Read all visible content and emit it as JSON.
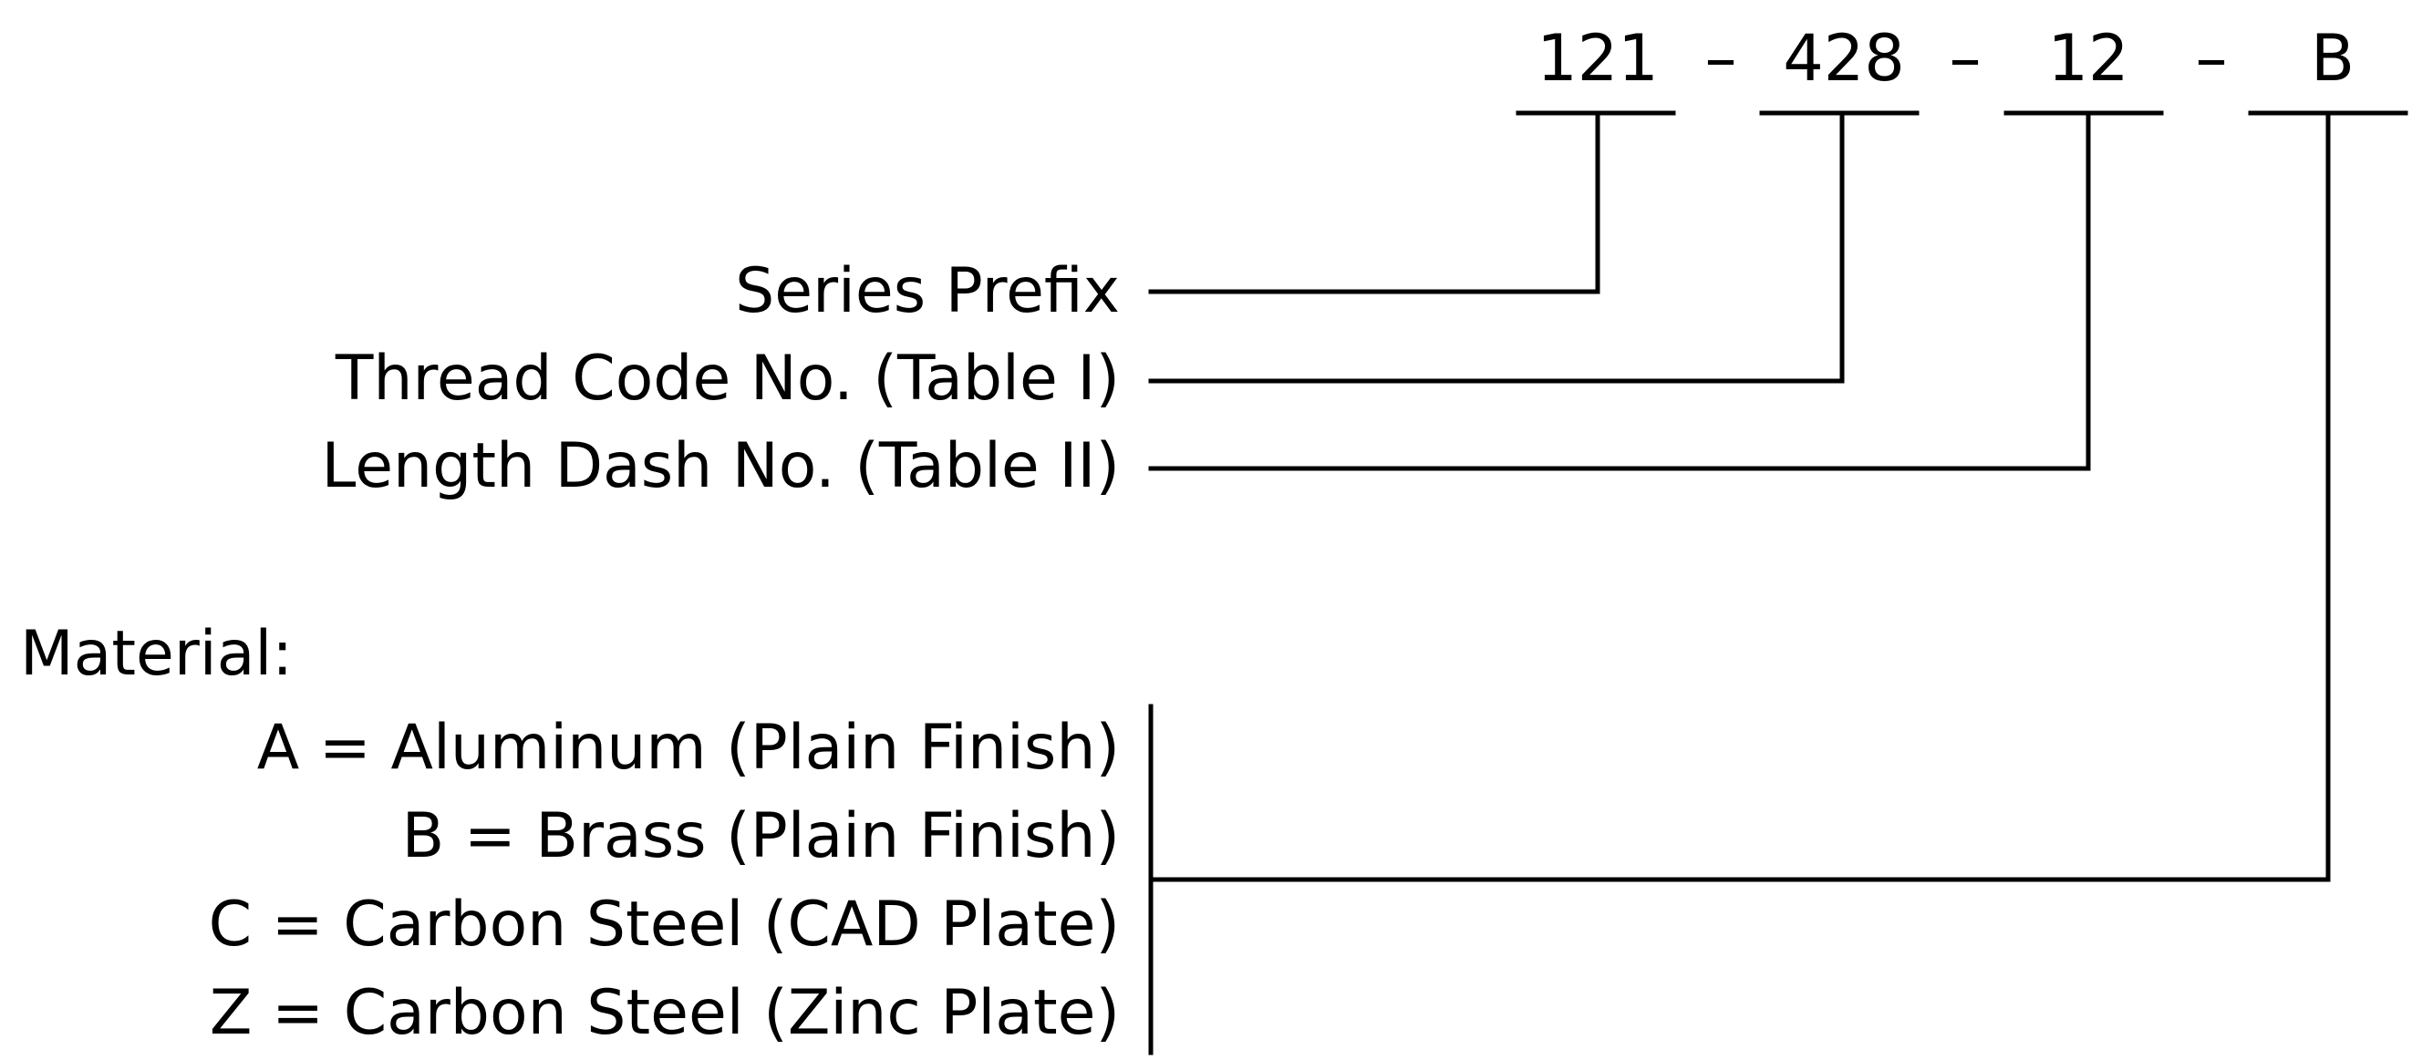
{
  "part_number": {
    "segments": [
      "121",
      "428",
      "12",
      "B"
    ],
    "separator": "–"
  },
  "callouts": [
    {
      "label": "Series Prefix",
      "segment": 0
    },
    {
      "label": "Thread Code No. (Table I)",
      "segment": 1
    },
    {
      "label": "Length Dash No. (Table II)",
      "segment": 2
    }
  ],
  "material": {
    "heading": "Material:",
    "segment": 3,
    "options": [
      "A = Aluminum (Plain Finish)",
      "B = Brass (Plain Finish)",
      "C = Carbon Steel (CAD Plate)",
      "Z = Carbon Steel (Zinc Plate)"
    ]
  }
}
